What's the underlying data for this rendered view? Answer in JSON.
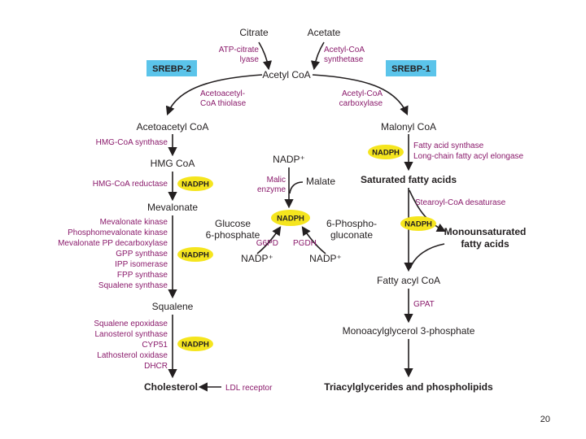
{
  "colors": {
    "enzyme": "#8a1a6b",
    "nadph_fill": "#f5e51e",
    "srebp_fill": "#5bc4ea",
    "metabolite": "#231f20"
  },
  "srebp": {
    "left": "SREBP-2",
    "right": "SREBP-1"
  },
  "top": {
    "citrate": "Citrate",
    "acetate": "Acetate",
    "atp_citrate_lyase": [
      "ATP-citrate",
      "lyase"
    ],
    "acetyl_coa_synthetase": [
      "Acetyl-CoA",
      "synthetase"
    ],
    "acetyl_coa": "Acetyl CoA"
  },
  "cholesterol": {
    "acetoacetyl_coa_thiolase": [
      "Acetoacetyl-",
      "CoA thiolase"
    ],
    "acetoacetyl_coa": "Acetoacetyl CoA",
    "hmg_coa_synthase": "HMG-CoA synthase",
    "hmg_coa": "HMG CoA",
    "hmg_coa_reductase": "HMG-CoA reductase",
    "mevalonate": "Mevalonate",
    "mevalonate_enzymes": [
      "Mevalonate kinase",
      "Phosphomevalonate kinase",
      "Mevalonate PP decarboxylase",
      "GPP synthase",
      "IPP isomerase",
      "FPP synthase",
      "Squalene synthase"
    ],
    "squalene": "Squalene",
    "squalene_enzymes": [
      "Squalene epoxidase",
      "Lanosterol synthase",
      "CYP51",
      "Lathosterol oxidase",
      "DHCR"
    ],
    "cholesterol": "Cholesterol",
    "ldl_receptor": "LDL receptor"
  },
  "center": {
    "nadp_top": "NADP⁺",
    "malic_enzyme": [
      "Malic",
      "enzyme"
    ],
    "malate": "Malate",
    "glucose_6_phosphate": [
      "Glucose",
      "6-phosphate"
    ],
    "phosphogluconate": [
      "6-Phospho-",
      "gluconate"
    ],
    "g6pd": "G6PD",
    "pgdh": "PGDH",
    "nadp_left": "NADP⁺",
    "nadp_right": "NADP⁺"
  },
  "fatty_acid": {
    "acetyl_coa_carboxylase": [
      "Acetyl-CoA",
      "carboxylase"
    ],
    "malonyl_coa": "Malonyl CoA",
    "fas_enzymes": [
      "Fatty acid synthase",
      "Long-chain fatty acyl elongase"
    ],
    "saturated": "Saturated fatty acids",
    "scd": "Stearoyl-CoA desaturase",
    "monounsaturated": [
      "Monounsaturated",
      "fatty acids"
    ],
    "fatty_acyl_coa": "Fatty acyl CoA",
    "gpat": "GPAT",
    "monoacylglycerol": "Monoacylglycerol 3-phosphate",
    "tag": "Triacylglycerides and phospholipids"
  },
  "nadph": {
    "hmgcr": "NADPH",
    "mevalonate": "NADPH",
    "squalene": "NADPH",
    "center": "NADPH",
    "fas": "NADPH",
    "scd": "NADPH"
  },
  "page_number": "20"
}
